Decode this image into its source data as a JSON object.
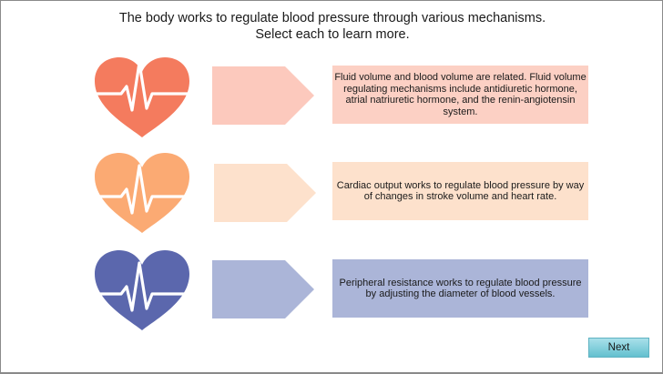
{
  "header": {
    "line1": "The body works to regulate blood pressure through various mechanisms.",
    "line2": "Select each to learn more."
  },
  "rows": [
    {
      "heart_color": "#f47b5e",
      "arrow_color": "#fcc9bd",
      "box_color": "#fcd0c4",
      "text": "Fluid volume and blood volume are related. Fluid volume regulating mechanisms include antidiuretic hormone, atrial natriuretic hormone, and the renin-angiotensin system."
    },
    {
      "heart_color": "#fbaa73",
      "arrow_color": "#fde1cc",
      "box_color": "#fde1cc",
      "text": "Cardiac output works to regulate blood pressure by way of changes in stroke volume and heart rate."
    },
    {
      "heart_color": "#5b67ad",
      "arrow_color": "#abb5d8",
      "box_color": "#abb5d8",
      "text": "Peripheral resistance works to regulate blood pressure by adjusting the diameter of blood vessels."
    }
  ],
  "icons": {
    "heart": "heartbeat-heart-icon",
    "arrow": "arrow-pentagon"
  },
  "footer": {
    "next_label": "Next"
  }
}
